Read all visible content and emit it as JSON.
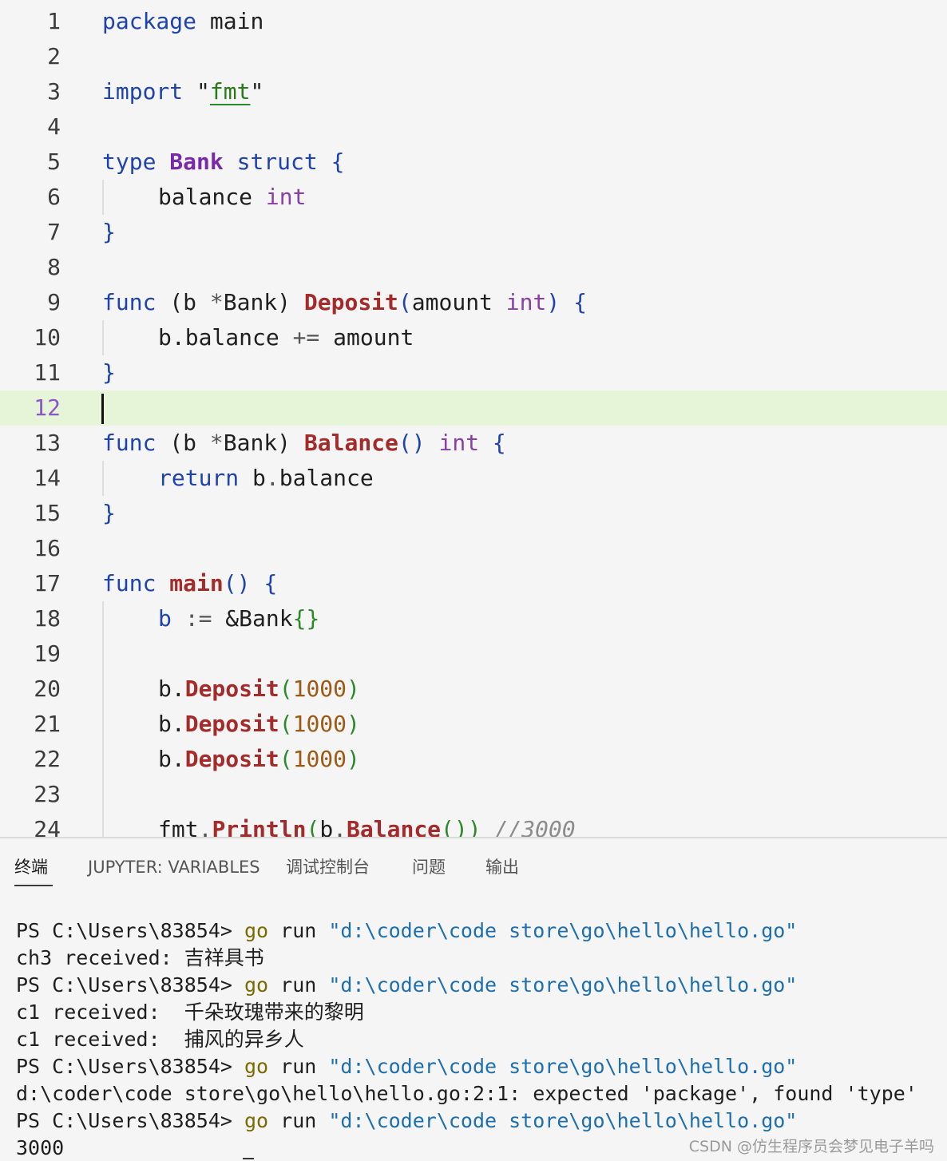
{
  "editor": {
    "line_numbers": [
      "1",
      "2",
      "3",
      "4",
      "5",
      "6",
      "7",
      "8",
      "9",
      "10",
      "11",
      "12",
      "13",
      "14",
      "15",
      "16",
      "17",
      "18",
      "19",
      "20",
      "21",
      "22",
      "23",
      "24"
    ],
    "tokens": {
      "l1": [
        "package",
        "main"
      ],
      "l3": [
        "import",
        "\"",
        "fmt",
        "\""
      ],
      "l5": [
        "type",
        "Bank",
        "struct",
        "{"
      ],
      "l6": [
        "balance",
        "int"
      ],
      "l7": [
        "}"
      ],
      "l9": [
        "func",
        "(b",
        "*",
        "Bank)",
        "Deposit",
        "(",
        "amount",
        "int",
        ")",
        "{"
      ],
      "l10": [
        "b.balance",
        "+=",
        "amount"
      ],
      "l11": [
        "}"
      ],
      "l13": [
        "func",
        "(b",
        "*",
        "Bank)",
        "Balance",
        "()",
        "int",
        "{"
      ],
      "l14": [
        "return",
        "b",
        ".",
        "balance"
      ],
      "l15": [
        "}"
      ],
      "l17": [
        "func",
        "main",
        "()",
        "{"
      ],
      "l18": [
        "b",
        ":=",
        "&Bank",
        "{}"
      ],
      "l20": [
        "b.",
        "Deposit",
        "(",
        "1000",
        ")"
      ],
      "l21": [
        "b.",
        "Deposit",
        "(",
        "1000",
        ")"
      ],
      "l22": [
        "b.",
        "Deposit",
        "(",
        "1000",
        ")"
      ],
      "l24": [
        "fmt",
        ".",
        "Println",
        "(",
        "b",
        ".",
        "Balance",
        "())",
        "//3000"
      ]
    }
  },
  "panel": {
    "tabs": [
      "终端",
      "JUPYTER: VARIABLES",
      "调试控制台",
      "问题",
      "输出"
    ],
    "terminal": [
      {
        "prompt": "PS C:\\Users\\83854> ",
        "cmd": "go",
        "sub": " run ",
        "arg": "\"d:\\coder\\code store\\go\\hello\\hello.go\""
      },
      {
        "out": "ch3 received: 吉祥具书"
      },
      {
        "prompt": "PS C:\\Users\\83854> ",
        "cmd": "go",
        "sub": " run ",
        "arg": "\"d:\\coder\\code store\\go\\hello\\hello.go\""
      },
      {
        "out": "c1 received:  千朵玫瑰带来的黎明"
      },
      {
        "out": "c1 received:  捕风的异乡人"
      },
      {
        "prompt": "PS C:\\Users\\83854> ",
        "cmd": "go",
        "sub": " run ",
        "arg": "\"d:\\coder\\code store\\go\\hello\\hello.go\""
      },
      {
        "out": "d:\\coder\\code store\\go\\hello\\hello.go:2:1: expected 'package', found 'type'"
      },
      {
        "prompt": "PS C:\\Users\\83854> ",
        "cmd": "go",
        "sub": " run ",
        "arg": "\"d:\\coder\\code store\\go\\hello\\hello.go\""
      },
      {
        "out": "3000"
      }
    ],
    "watermark": "CSDN @仿生程序员会梦见电子羊吗"
  }
}
